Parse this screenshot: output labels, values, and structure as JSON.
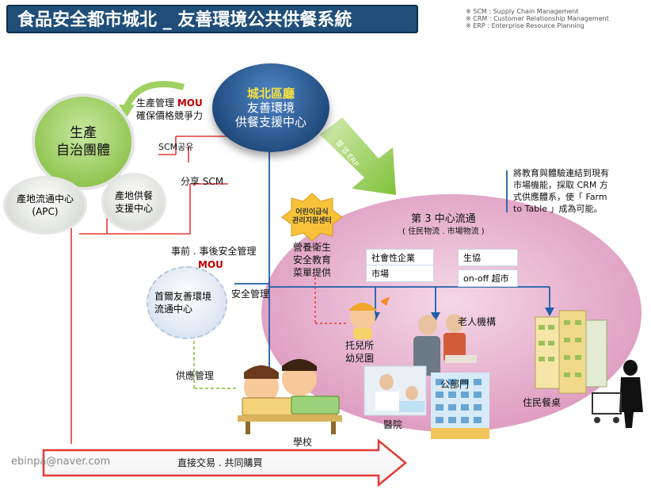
{
  "title": "食品安全都市城北 _ 友善環境公共供餐系統",
  "legend": [
    "※ SCM : Supply Chain Management",
    "※ CRM : Customer Relationship Management",
    "※ ERP : Enterprise Resource Planning"
  ],
  "nodes": {
    "district": [
      "城北區廳",
      "友善環境",
      "供餐支援中心"
    ],
    "production": [
      "生產",
      "自治團體"
    ],
    "apc": [
      "產地流通中心",
      "(APC)"
    ],
    "local_support": [
      "產地供餐",
      "支援中心"
    ],
    "capital": [
      "首爾友善環境",
      "流通中心"
    ],
    "badge": [
      "어린이급식",
      "관리지원센터"
    ],
    "third_center": [
      "第 3 中心流通",
      "( 住民物流 . 市場物流 )"
    ]
  },
  "labels": {
    "mou_top_1": "生產管理",
    "mou_top_mou": "MOU",
    "mou_top_2": "確保價格競爭力",
    "scm_share_kr": "SCM공유",
    "share_scm": "分享 SCM",
    "erp": "웹 앱 ERP",
    "crm_note": [
      "將教育與體驗連結到現有",
      "市場機能，採取 CRM 方",
      "式供應體系，使「 Farm",
      "to Table 」成為可能。"
    ],
    "safety_pre": "事前 . 事後安全管理",
    "mou": "MOU",
    "safety_mgmt": "安全管理",
    "supply_mgmt": "供應管理",
    "nutrition": [
      "營養衛生",
      "安全教育",
      "菜單提供"
    ],
    "social": "社會性企業",
    "market": "市場",
    "coop": "生協",
    "onoff": "on-off 超市",
    "daycare": [
      "托兒所",
      "幼兒園"
    ],
    "elderly": "老人機構",
    "public": "公部門",
    "hospital": "醫院",
    "school": "學校",
    "residents": "住民餐桌",
    "bottom_arrow": "直接交易 . 共同購買",
    "email": "ebinpa@naver.com"
  },
  "colors": {
    "title_bg": "#1f4e79",
    "district": "#1f4e79",
    "production": "#8cc63f",
    "pink_area": "#e7a9cc",
    "red_line": "#e53935",
    "blue_line": "#1f5fa8"
  }
}
